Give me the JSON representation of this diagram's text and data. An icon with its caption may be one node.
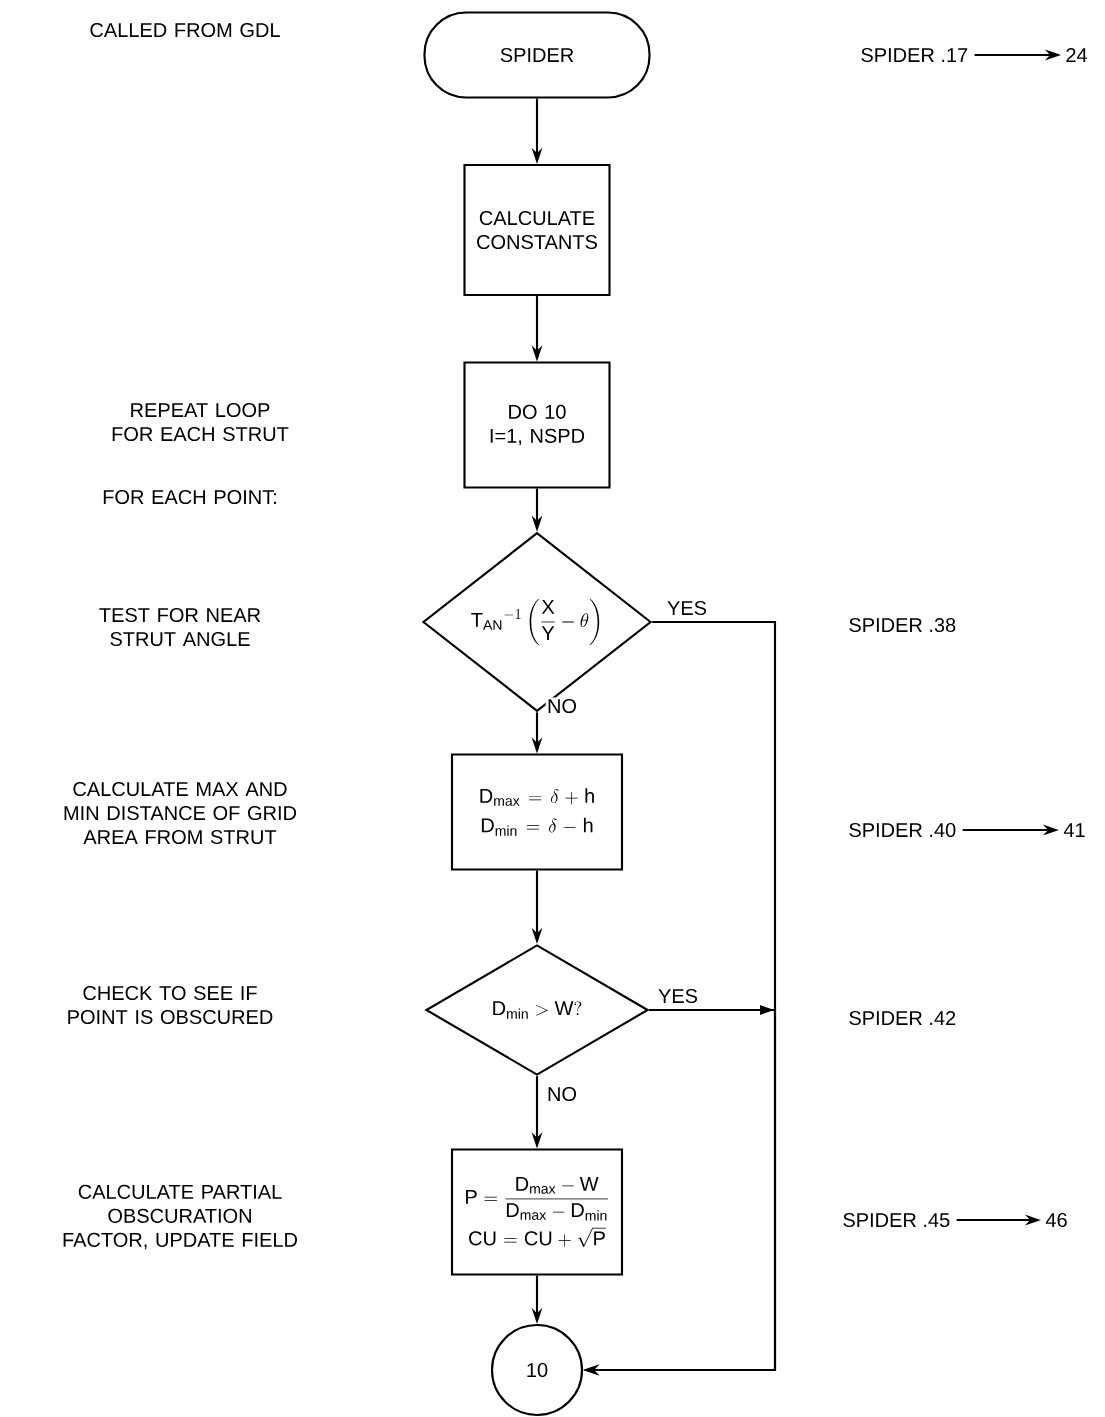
{
  "diagram": {
    "nodes": [
      {
        "text": [
          "SPIDER"
        ]
      },
      {
        "text": [
          "CALCULATE CONSTANTS"
        ]
      },
      {
        "text": [
          "DO 10 I=1, NSPD"
        ]
      },
      {
        "text": [
          "\\mathsf{T_{AN}}^{-1}\\left(\\dfrac{\\mathsf{X}}{\\mathsf{Y}}-\\theta\\right)"
        ]
      },
      {
        "text": [
          "\\mathsf{D_{max}} = \\delta + \\mathsf{h}",
          "\\mathsf{D_{min}} = \\delta - \\mathsf{h}"
        ]
      },
      {
        "text": [
          "\\mathsf{D_{min}} > \\mathsf{W?}"
        ]
      },
      {
        "text": [
          "\\mathsf{P} = \\dfrac{\\mathsf{D_{max}} - \\mathsf{W}}{\\mathsf{D_{max}} - \\mathsf{D_{min}}}",
          "\\mathsf{CU} = \\mathsf{CU} + \\sqrt{\\mathsf{P}}"
        ]
      },
      {
        "text": [
          "10"
        ]
      },
      {
        "text": [
          "SPIDER .17"
        ]
      },
      {
        "text": [
          "24"
        ]
      },
      {
        "text": [
          "SPIDER .40"
        ]
      },
      {
        "text": [
          "41"
        ]
      },
      {
        "text": [
          "SPIDER .45"
        ]
      },
      {
        "text": [
          "46"
        ]
      }
    ],
    "edges": [
      {
        "from": 0,
        "to": 1,
        "arrow": "to"
      },
      {
        "from": 1,
        "to": 2,
        "arrow": "to"
      },
      {
        "from": 2,
        "to": 3,
        "arrow": "to"
      },
      {
        "from": 3,
        "to": 4,
        "arrow": "to",
        "label": "NO"
      },
      {
        "from": 4,
        "to": 5,
        "arrow": "to"
      },
      {
        "from": 5,
        "to": 6,
        "arrow": "to",
        "label": "NO"
      },
      {
        "from": 6,
        "to": 7,
        "arrow": "to"
      },
      {
        "from": 3,
        "to": 7,
        "arrow": "to",
        "label": "YES"
      },
      {
        "from": 5,
        "to": 7,
        "arrow": "to",
        "label": "YES"
      },
      {
        "from": 8,
        "to": 9,
        "arrow": "to"
      },
      {
        "from": 10,
        "to": 11,
        "arrow": "to"
      },
      {
        "from": 12,
        "to": 13,
        "arrow": "to"
      }
    ],
    "labels": [
      "CALLED FROM GDL",
      "REPEAT LOOP FOR EACH STRUT",
      "FOR EACH POINT:",
      "TEST FOR NEAR STRUT ANGLE",
      "SPIDER .38",
      "CALCULATE MAX AND MIN DISTANCE OF GRID AREA FROM STRUT",
      "CHECK TO SEE IF POINT IS OBSCURED",
      "SPIDER .42",
      "CALCULATE PARTIAL OBSCURATION FACTOR, UPDATE FIELD"
    ]
  }
}
